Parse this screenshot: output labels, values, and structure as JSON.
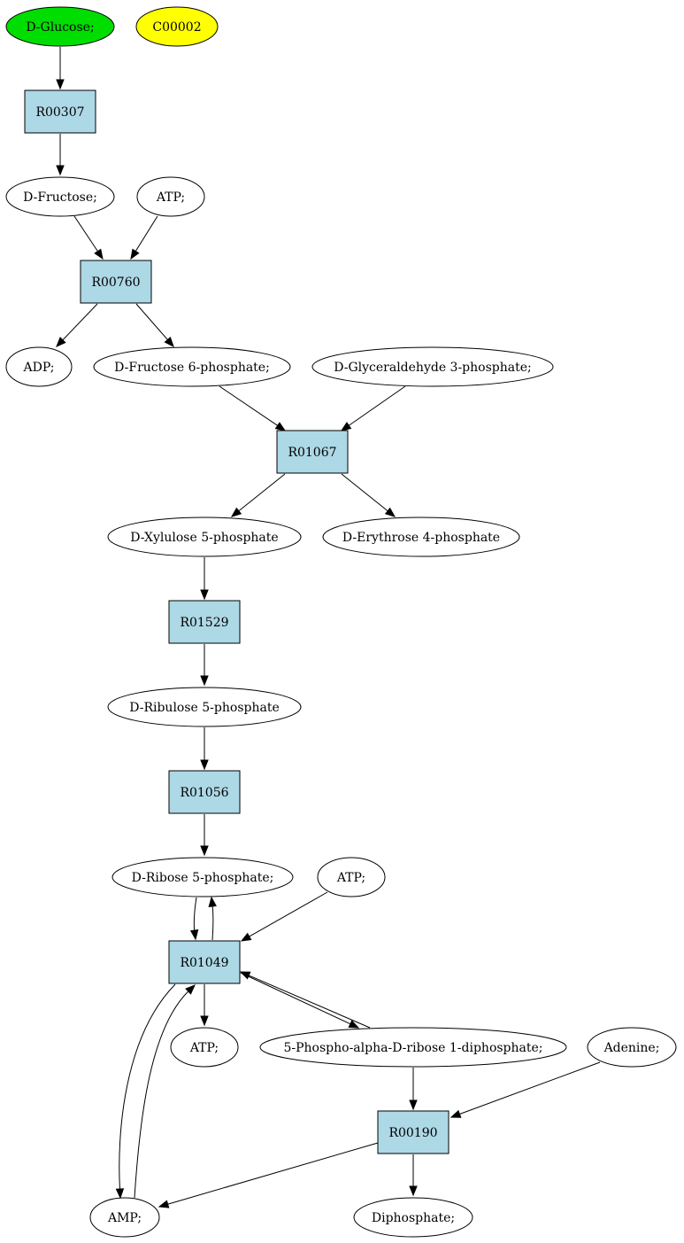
{
  "colors": {
    "start_node": "#00dd00",
    "highlight_node": "#ffff00",
    "reaction_node": "#add8e6",
    "compound_node": "#ffffff"
  },
  "nodes": [
    {
      "id": "glucose",
      "label": "D-Glucose;",
      "shape": "ellipse",
      "fill": "#00dd00"
    },
    {
      "id": "c00002",
      "label": "C00002",
      "shape": "ellipse",
      "fill": "#ffff00"
    },
    {
      "id": "r00307",
      "label": "R00307",
      "shape": "box"
    },
    {
      "id": "fructose",
      "label": "D-Fructose;",
      "shape": "ellipse"
    },
    {
      "id": "atp1",
      "label": "ATP;",
      "shape": "ellipse"
    },
    {
      "id": "r00760",
      "label": "R00760",
      "shape": "box"
    },
    {
      "id": "adp",
      "label": "ADP;",
      "shape": "ellipse"
    },
    {
      "id": "f6p",
      "label": "D-Fructose 6-phosphate;",
      "shape": "ellipse"
    },
    {
      "id": "g3p",
      "label": "D-Glyceraldehyde 3-phosphate;",
      "shape": "ellipse"
    },
    {
      "id": "r01067",
      "label": "R01067",
      "shape": "box"
    },
    {
      "id": "xu5p",
      "label": "D-Xylulose 5-phosphate",
      "shape": "ellipse"
    },
    {
      "id": "e4p",
      "label": "D-Erythrose 4-phosphate",
      "shape": "ellipse"
    },
    {
      "id": "r01529",
      "label": "R01529",
      "shape": "box"
    },
    {
      "id": "ru5p",
      "label": "D-Ribulose 5-phosphate",
      "shape": "ellipse"
    },
    {
      "id": "r01056",
      "label": "R01056",
      "shape": "box"
    },
    {
      "id": "r5p",
      "label": "D-Ribose 5-phosphate;",
      "shape": "ellipse"
    },
    {
      "id": "atp2",
      "label": "ATP;",
      "shape": "ellipse"
    },
    {
      "id": "r01049",
      "label": "R01049",
      "shape": "box"
    },
    {
      "id": "atp3",
      "label": "ATP;",
      "shape": "ellipse"
    },
    {
      "id": "prpp",
      "label": "5-Phospho-alpha-D-ribose 1-diphosphate;",
      "shape": "ellipse"
    },
    {
      "id": "adenine",
      "label": "Adenine;",
      "shape": "ellipse"
    },
    {
      "id": "r00190",
      "label": "R00190",
      "shape": "box"
    },
    {
      "id": "amp",
      "label": "AMP;",
      "shape": "ellipse"
    },
    {
      "id": "diphosphate",
      "label": "Diphosphate;",
      "shape": "ellipse"
    }
  ],
  "edges": [
    {
      "from": "glucose",
      "to": "r00307"
    },
    {
      "from": "r00307",
      "to": "fructose"
    },
    {
      "from": "fructose",
      "to": "r00760"
    },
    {
      "from": "atp1",
      "to": "r00760"
    },
    {
      "from": "r00760",
      "to": "adp"
    },
    {
      "from": "r00760",
      "to": "f6p"
    },
    {
      "from": "f6p",
      "to": "r01067"
    },
    {
      "from": "g3p",
      "to": "r01067"
    },
    {
      "from": "r01067",
      "to": "xu5p"
    },
    {
      "from": "r01067",
      "to": "e4p"
    },
    {
      "from": "xu5p",
      "to": "r01529"
    },
    {
      "from": "r01529",
      "to": "ru5p"
    },
    {
      "from": "ru5p",
      "to": "r01056"
    },
    {
      "from": "r01056",
      "to": "r5p"
    },
    {
      "from": "r5p",
      "to": "r01049"
    },
    {
      "from": "r01049",
      "to": "r5p"
    },
    {
      "from": "atp2",
      "to": "r01049"
    },
    {
      "from": "r01049",
      "to": "atp3"
    },
    {
      "from": "r01049",
      "to": "prpp"
    },
    {
      "from": "prpp",
      "to": "r01049"
    },
    {
      "from": "r01049",
      "to": "amp"
    },
    {
      "from": "amp",
      "to": "r01049"
    },
    {
      "from": "prpp",
      "to": "r00190"
    },
    {
      "from": "adenine",
      "to": "r00190"
    },
    {
      "from": "r00190",
      "to": "amp"
    },
    {
      "from": "r00190",
      "to": "diphosphate"
    }
  ]
}
